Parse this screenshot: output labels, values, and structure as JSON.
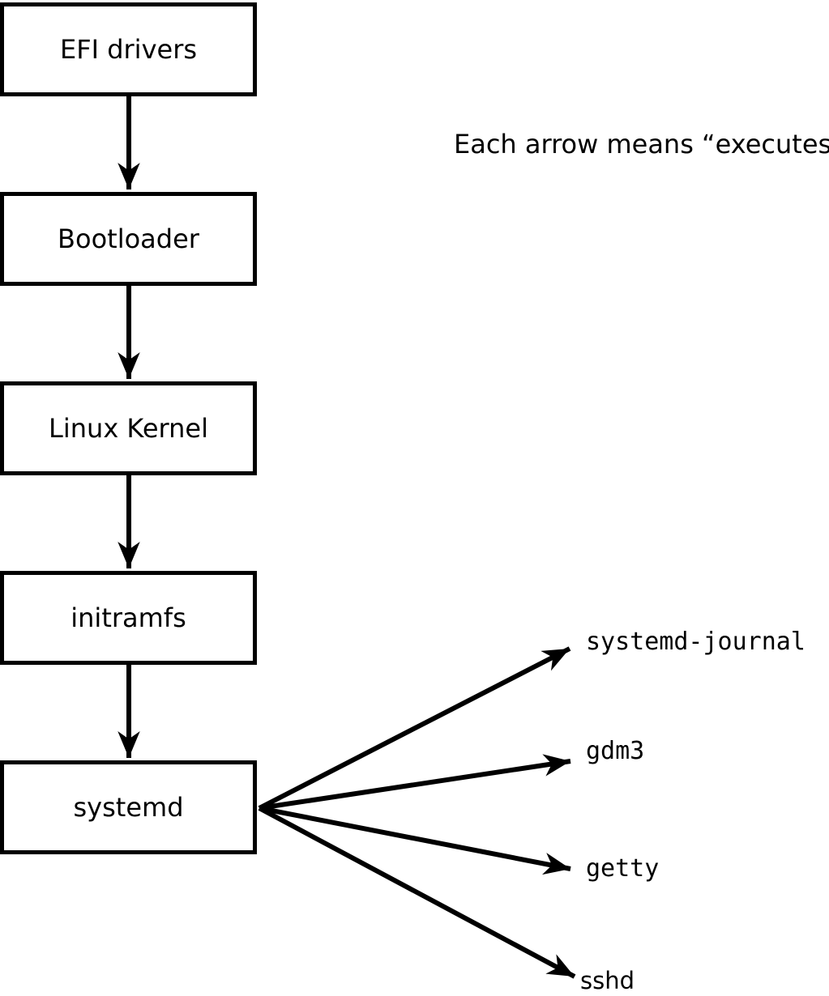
{
  "caption": "Each arrow means “executes”.",
  "colors": {
    "ink": "#000000",
    "background": "#ffffff"
  },
  "diagram": {
    "type": "flowchart",
    "boxes": [
      {
        "id": "efi-drivers",
        "label": "EFI drivers"
      },
      {
        "id": "bootloader",
        "label": "Bootloader"
      },
      {
        "id": "linux-kernel",
        "label": "Linux Kernel"
      },
      {
        "id": "initramfs",
        "label": "initramfs"
      },
      {
        "id": "systemd",
        "label": "systemd"
      }
    ],
    "chain_edges": [
      {
        "from": "EFI drivers",
        "to": "Bootloader",
        "meaning": "executes"
      },
      {
        "from": "Bootloader",
        "to": "Linux Kernel",
        "meaning": "executes"
      },
      {
        "from": "Linux Kernel",
        "to": "initramfs",
        "meaning": "executes"
      },
      {
        "from": "initramfs",
        "to": "systemd",
        "meaning": "executes"
      }
    ],
    "fanout": {
      "from": "systemd",
      "targets": [
        {
          "id": "systemd-journal",
          "label": "systemd-journal"
        },
        {
          "id": "gdm3",
          "label": "gdm3"
        },
        {
          "id": "getty",
          "label": "getty"
        },
        {
          "id": "sshd",
          "label": "sshd"
        }
      ]
    }
  }
}
